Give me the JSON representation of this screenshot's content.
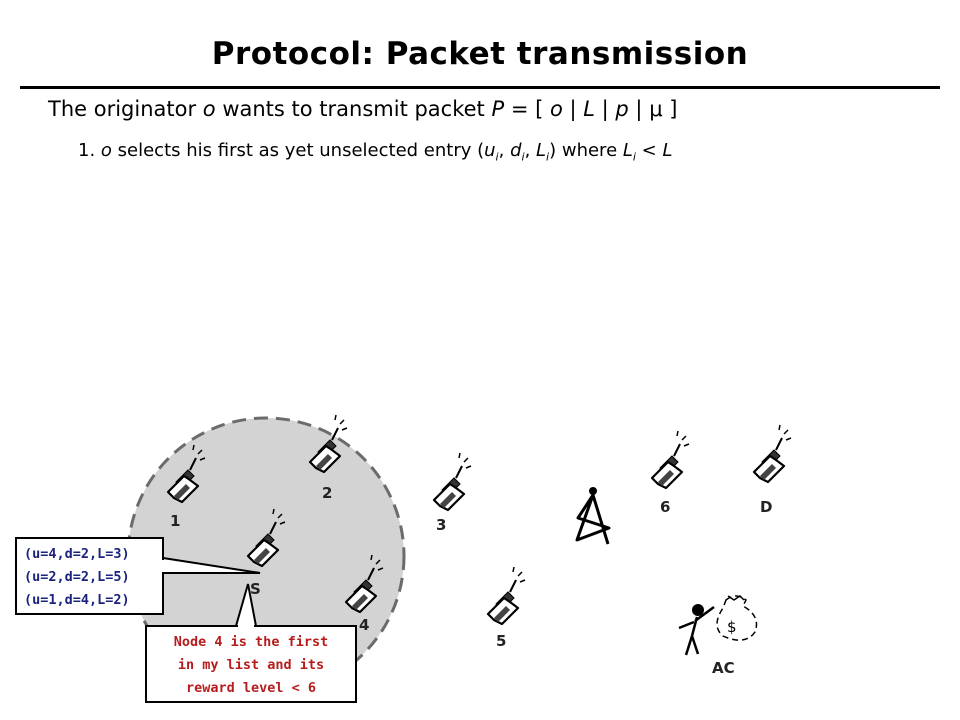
{
  "slide": {
    "title": "Protocol: Packet transmission",
    "line1": {
      "prefix": "The originator ",
      "o": "o",
      "middle": " wants to transmit packet ",
      "P": "P",
      "formula_start": " = [ ",
      "o2": "o",
      "sep1": " | ",
      "L": "L",
      "sep2": " | ",
      "p": "p",
      "sep3": " | ",
      "mu": "μ",
      "formula_end": " ]"
    },
    "line2": {
      "number": "1. ",
      "o": "o",
      "text": " selects his first as yet unselected entry (",
      "u": "u",
      "sub_i1": "i",
      "comma1": ", ",
      "d": "d",
      "sub_i2": "i",
      "comma2": ", ",
      "L": "L",
      "sub_i3": "i",
      "close": ") where ",
      "L2": "L",
      "sub_i4": "i",
      "lt": " < ",
      "L3": "L"
    }
  },
  "nodes": {
    "n1": "1",
    "n2": "2",
    "n3": "3",
    "n4": "4",
    "n5": "5",
    "n6": "6",
    "S": "S",
    "D": "D",
    "AC": "AC",
    "money": "$"
  },
  "entry_list": [
    "(u=4,d=2,L=3)",
    "(u=2,d=2,L=5)",
    "(u=1,d=4,L=2)"
  ],
  "note": [
    "Node 4 is the first",
    "in my list and its",
    "reward level < 6"
  ],
  "colors": {
    "range_fill": "#d3d3d3",
    "range_stroke": "#6b6b6b",
    "list_text": "#1a237e",
    "note_text": "#b71c1c"
  }
}
